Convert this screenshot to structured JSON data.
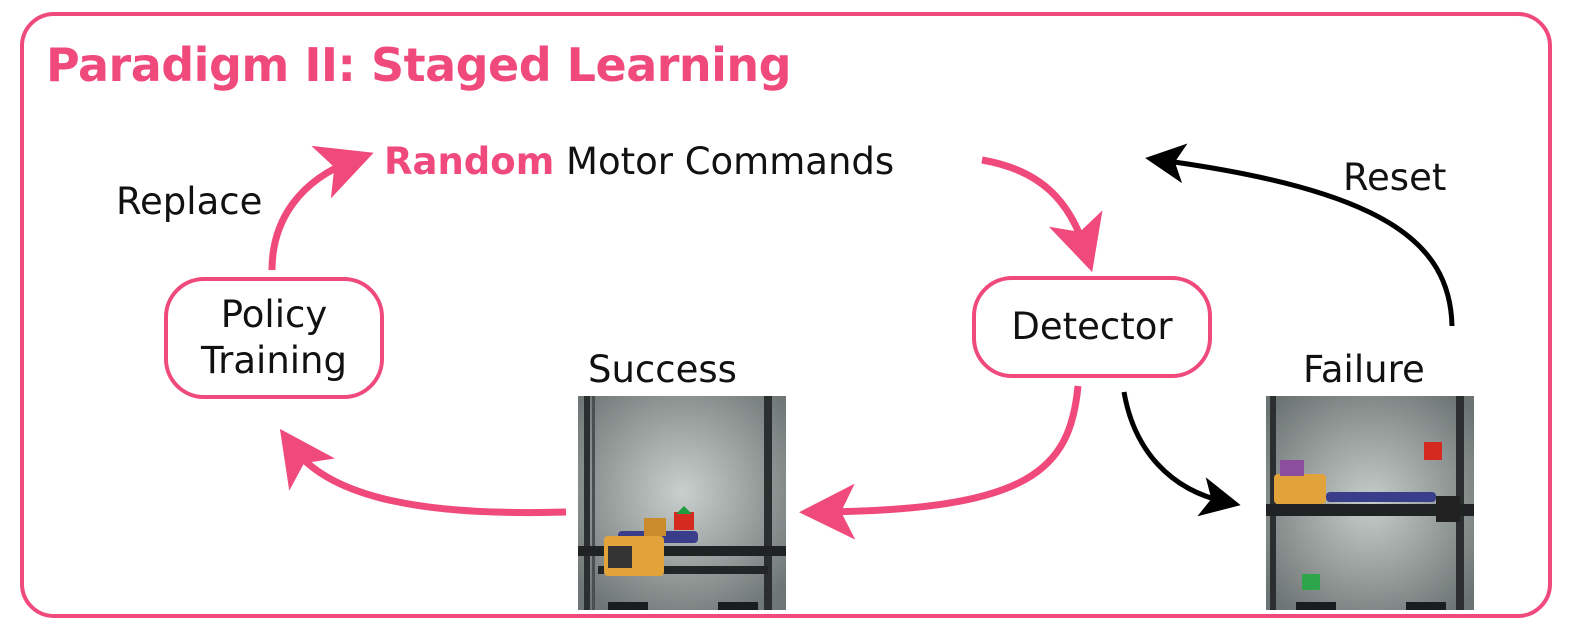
{
  "title": "Paradigm II: Staged Learning",
  "labels": {
    "random": "Random",
    "motor_commands": "Motor Commands",
    "replace": "Replace",
    "reset": "Reset",
    "success": "Success",
    "failure": "Failure"
  },
  "nodes": {
    "policy_line1": "Policy",
    "policy_line2": "Training",
    "detector": "Detector"
  },
  "colors": {
    "accent": "#f04a7c",
    "black_arrow": "#000000"
  }
}
